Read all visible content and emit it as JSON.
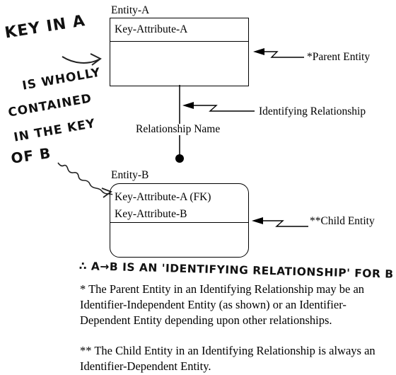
{
  "diagram": {
    "entity_a": {
      "name": "Entity-A",
      "key": "Key-Attribute-A"
    },
    "entity_b": {
      "name": "Entity-B",
      "keys": [
        "Key-Attribute-A (FK)",
        "Key-Attribute-B"
      ]
    },
    "relationship_name": "Relationship Name",
    "callouts": {
      "parent": "*Parent Entity",
      "identifying": "Identifying Relationship",
      "child": "**Child Entity"
    }
  },
  "handwriting": {
    "key_in_a": "KEY IN A",
    "contained_lines": [
      "IS WHOLLY",
      "CONTAINED",
      "IN THE KEY",
      "OF B"
    ],
    "conclusion": "∴ A→B IS AN 'IDENTIFYING RELATIONSHIP' FOR B"
  },
  "notes": {
    "note1": "* The Parent Entity in an Identifying Relationship may be an Identifier-Independent Entity (as shown) or an Identifier-Dependent Entity depending upon other relationships.",
    "note2": "** The Child Entity in an Identifying Relationship is always an Identifier-Dependent Entity."
  }
}
